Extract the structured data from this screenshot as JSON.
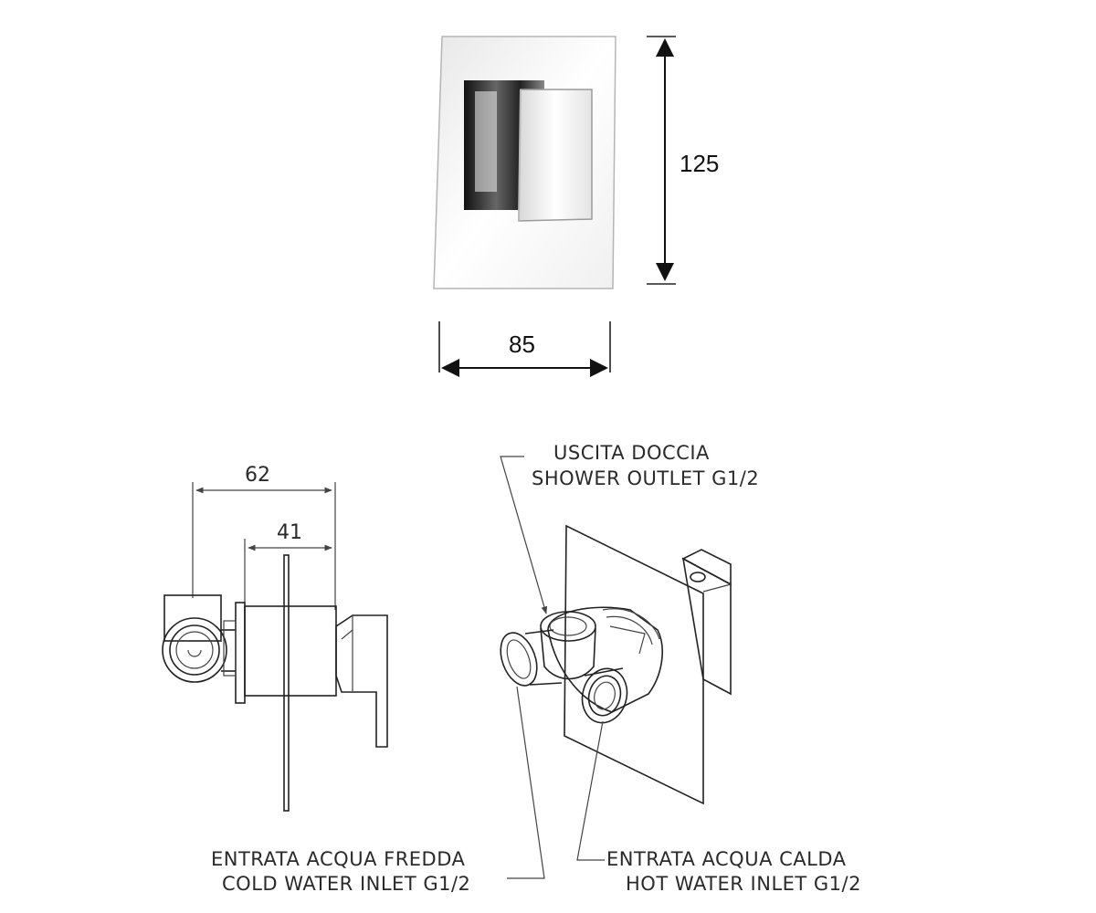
{
  "front_view": {
    "height_dim": "125",
    "width_dim": "85"
  },
  "side_view": {
    "depth_total": "62",
    "depth_partial": "41"
  },
  "iso_view": {
    "outlet_line1": "USCITA DOCCIA",
    "outlet_line2": "SHOWER OUTLET G1/2",
    "cold_line1": "ENTRATA ACQUA FREDDA",
    "cold_line2": "COLD  WATER INLET G1/2",
    "hot_line1": "ENTRATA ACQUA CALDA",
    "hot_line2": "HOT WATER INLET G1/2"
  }
}
